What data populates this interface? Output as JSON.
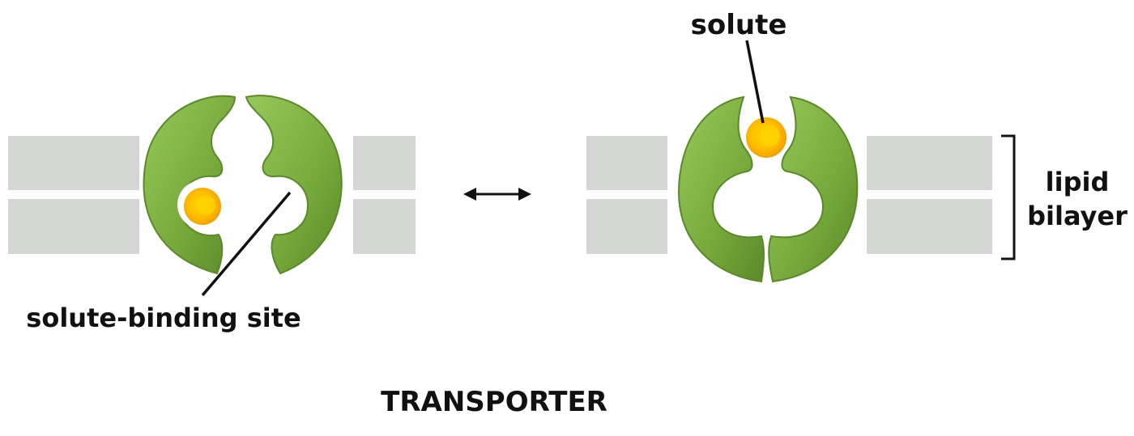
{
  "labels": {
    "solute": "solute",
    "lipid_line1": "lipid",
    "lipid_line2": "bilayer",
    "binding_site": "solute-binding site",
    "title": "TRANSPORTER"
  },
  "colors": {
    "membrane": "#d3d6d2",
    "protein_light": "#8bbd4f",
    "protein_dark": "#5c8a2a",
    "solute_outer": "#f5b800",
    "solute_inner": "#ffd200",
    "line": "#111111"
  },
  "icons": {
    "arrow": "double-headed-arrow-icon"
  }
}
